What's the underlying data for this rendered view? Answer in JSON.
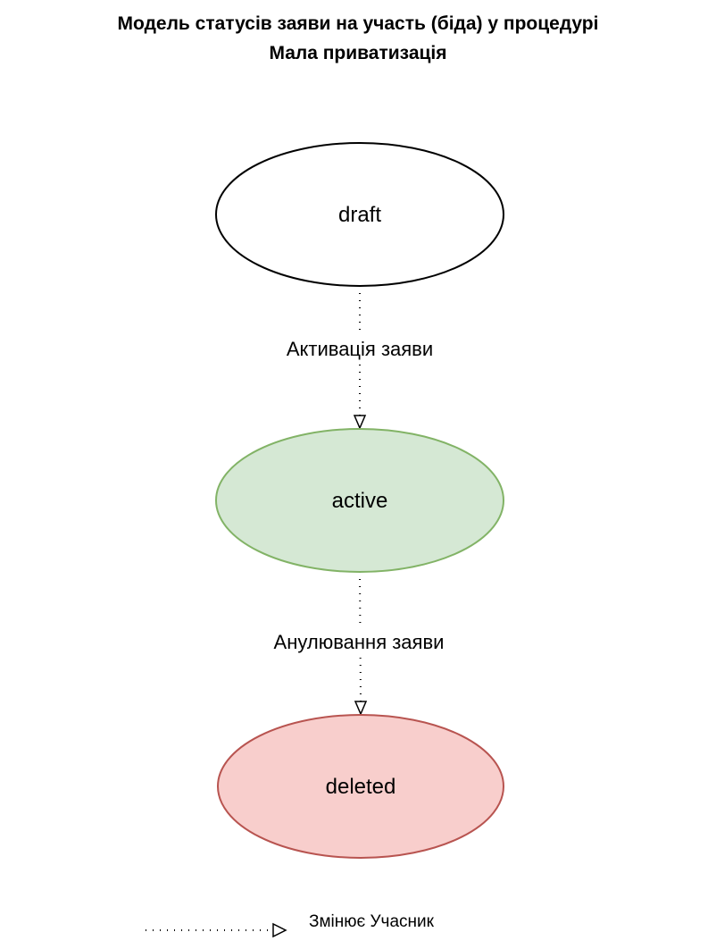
{
  "title": {
    "line1": "Модель статусів заяви на участь (біда) у процедурі",
    "line2": "Мала приватизація"
  },
  "nodes": [
    {
      "id": "draft",
      "label": "draft",
      "fill": "#ffffff",
      "stroke": "#000000"
    },
    {
      "id": "active",
      "label": "active",
      "fill": "#d5e8d4",
      "stroke": "#82b366"
    },
    {
      "id": "deleted",
      "label": "deleted",
      "fill": "#f8cecc",
      "stroke": "#b85450"
    }
  ],
  "edges": [
    {
      "from": "draft",
      "to": "active",
      "label": "Активація заяви",
      "style": "dotted"
    },
    {
      "from": "active",
      "to": "deleted",
      "label": "Анулювання заяви",
      "style": "dotted"
    }
  ],
  "legend": {
    "label": "Змінює Учасник",
    "style": "dotted"
  }
}
